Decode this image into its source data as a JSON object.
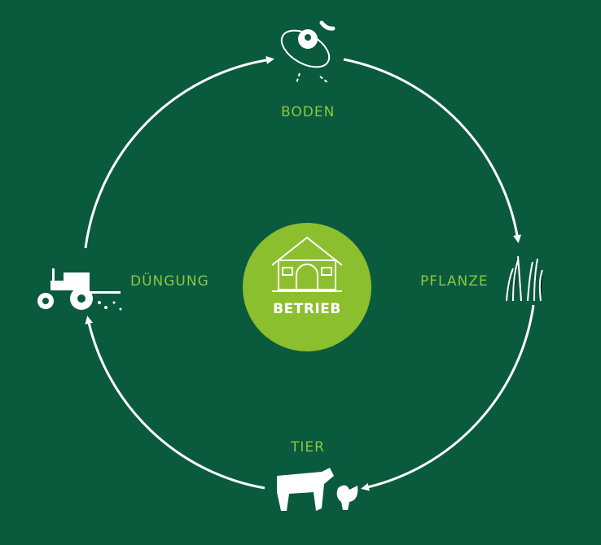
{
  "diagram": {
    "center": {
      "label": "BETRIEB",
      "icon": "barn-icon"
    },
    "nodes": [
      {
        "id": "boden",
        "label": "BODEN",
        "icon": "soil-organism-icon"
      },
      {
        "id": "pflanze",
        "label": "PFLANZE",
        "icon": "grass-icon"
      },
      {
        "id": "tier",
        "label": "TIER",
        "icon": "cow-chicken-icon"
      },
      {
        "id": "duengung",
        "label": "DÜNGUNG",
        "icon": "tractor-icon"
      }
    ],
    "cycle_direction": "clockwise",
    "colors": {
      "background": "#0a5a3e",
      "accent": "#8dc63f",
      "center": "#8cbf2e",
      "icons": "#ffffff"
    }
  }
}
